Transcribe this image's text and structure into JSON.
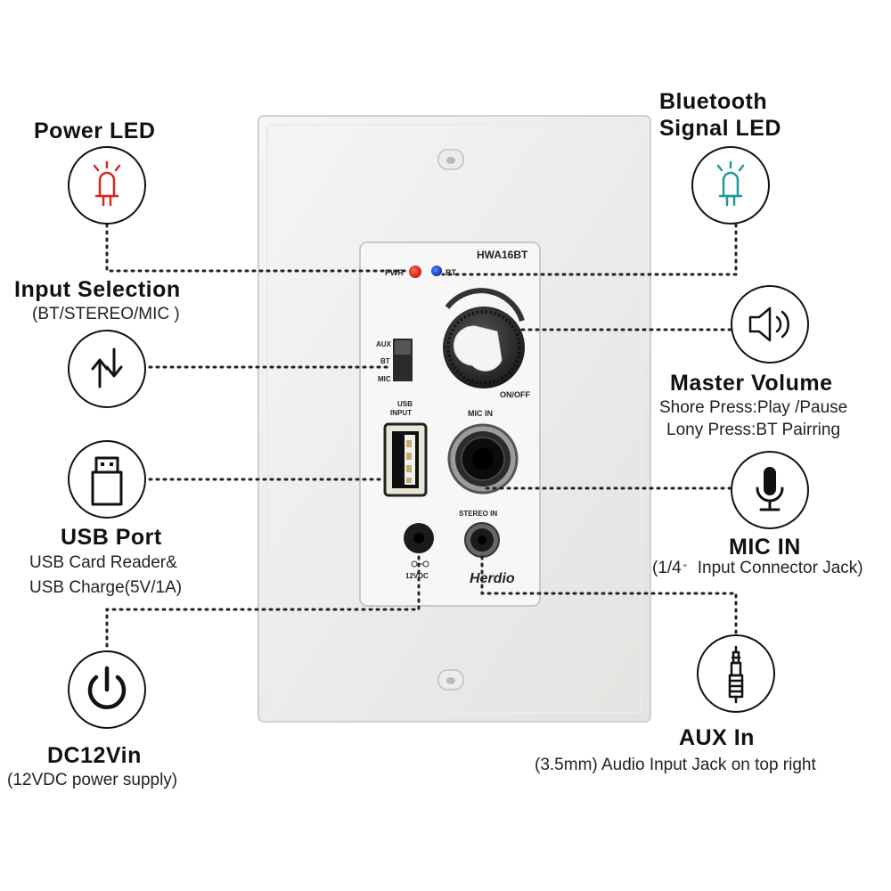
{
  "brand": "Herdio",
  "model": "HWA16BT",
  "panel": {
    "pwr_label": "PWR",
    "bt_label": "BT",
    "selector_labels": [
      "AUX",
      "BT",
      "MIC"
    ],
    "usb_label_1": "USB",
    "usb_label_2": "INPUT",
    "onoff_label": "ON/OFF",
    "micin_label": "MIC IN",
    "stereoin_label": "STEREO IN",
    "dc_label": "12VDC"
  },
  "callouts": {
    "power_led": {
      "title": "Power LED",
      "icon": "led-icon",
      "color": "#d32a1e"
    },
    "bt_led": {
      "title_line1": "Bluetooth",
      "title_line2": "Signal LED",
      "icon": "led-icon",
      "color": "#1a9aa0"
    },
    "input_selection": {
      "title": "Input Selection",
      "sub": "(BT/STEREO/MIC )",
      "icon": "arrows-up-down-icon"
    },
    "master_volume": {
      "title": "Master Volume",
      "sub1": "Shore Press:Play /Pause",
      "sub2": "Lony Press:BT Pairring",
      "icon": "speaker-icon"
    },
    "usb_port": {
      "title": "USB Port",
      "sub1": "USB Card Reader&",
      "sub2": "USB Charge(5V/1A)",
      "icon": "usb-stick-icon"
    },
    "mic_in": {
      "title": "MIC IN",
      "sub_prefix": "(1/4",
      "sub_mark": "”",
      "sub_rest": "Input Connector Jack)",
      "icon": "microphone-icon"
    },
    "dc12vin": {
      "title": "DC12Vin",
      "sub": "(12VDC power supply)",
      "icon": "power-icon"
    },
    "aux_in": {
      "title": "AUX In",
      "sub": "(3.5mm) Audio Input Jack on top right",
      "icon": "audio-jack-icon"
    }
  }
}
